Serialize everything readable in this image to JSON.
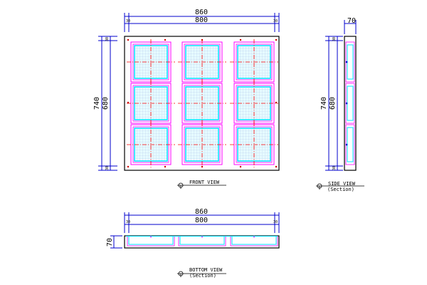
{
  "front_view": {
    "title": "FRONT VIEW",
    "dim_overall_width": "860",
    "dim_inner_width": "800",
    "dim_edge_left": "30",
    "dim_edge_right": "30",
    "dim_overall_height": "740",
    "dim_inner_height": "680",
    "dim_edge_top": "30",
    "dim_edge_bottom": "30",
    "grid_rows": 3,
    "grid_cols": 3
  },
  "side_view": {
    "title": "SIDE VIEW",
    "subtitle": "(Section)",
    "dim_depth": "70",
    "dim_overall_height": "740",
    "dim_inner_height": "680",
    "dim_edge_top": "30",
    "dim_edge_bottom": "30"
  },
  "bottom_view": {
    "title": "BOTTOM VIEW",
    "subtitle": "(Section)",
    "dim_overall_width": "860",
    "dim_inner_width": "800",
    "dim_edge_left": "30",
    "dim_edge_right": "30",
    "dim_depth": "70"
  },
  "colors": {
    "dimension": "#0000cc",
    "outline": "#000000",
    "frame": "#ff00ff",
    "glass": "#00e5ff",
    "centerline": "#ff0000"
  }
}
